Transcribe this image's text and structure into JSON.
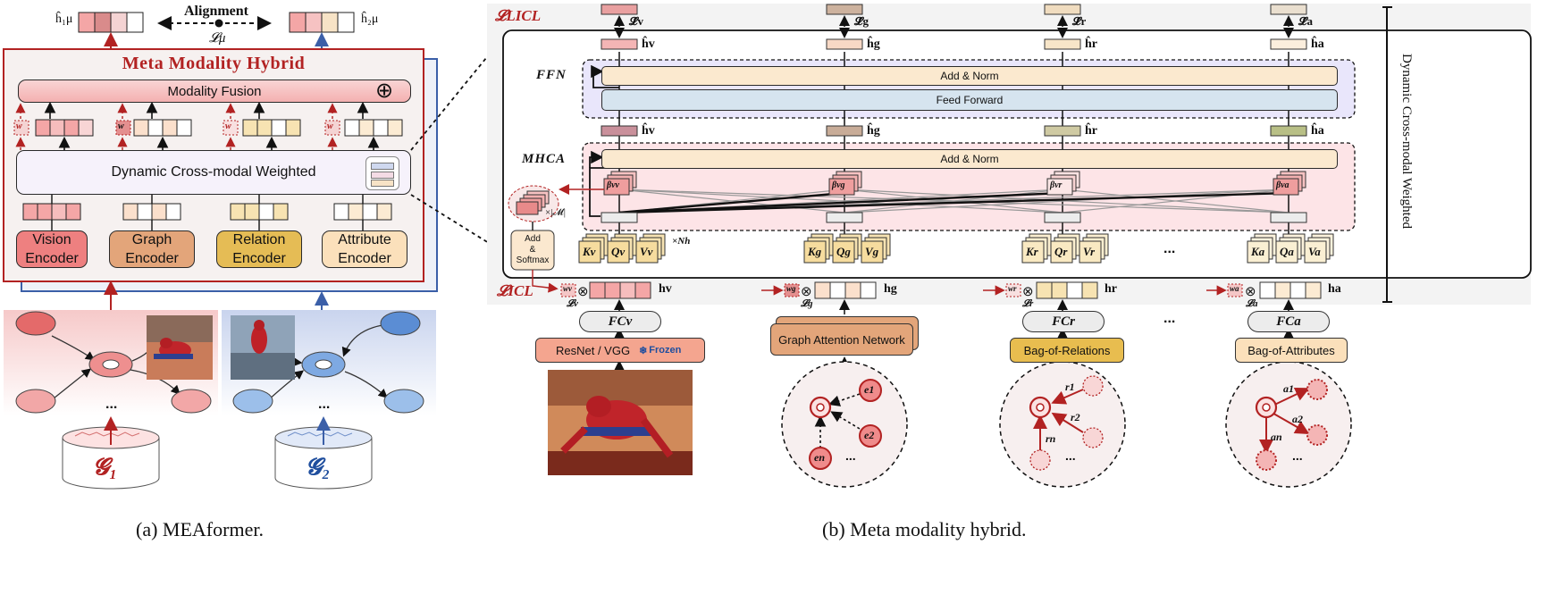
{
  "panel_a": {
    "alignment_label": "Alignment",
    "alignment_loss": "𝓛μ",
    "h1_label": "ĥ₁μ",
    "h2_label": "ĥ₂μ",
    "title": "Meta Modality Hybrid",
    "modality_fusion": "Modality Fusion",
    "fusion_symbol": "⊕",
    "dynamic_weighted": "Dynamic Cross-modal Weighted",
    "weights": [
      "w",
      "w",
      "w",
      "w"
    ],
    "encoders": [
      {
        "line1": "Vision",
        "line2": "Encoder"
      },
      {
        "line1": "Graph",
        "line2": "Encoder"
      },
      {
        "line1": "Relation",
        "line2": "Encoder"
      },
      {
        "line1": "Attribute",
        "line2": "Encoder"
      }
    ],
    "ellipsis": "...",
    "kg1": "𝓖₁",
    "kg2": "𝓖₂",
    "caption": "(a) MEAformer."
  },
  "panel_b": {
    "licl_top": "𝓛LICL",
    "licl_bottom": "𝓛ICL",
    "vertical_label": "Dynamic Cross-modal Weighted",
    "ffn_label": "FFN",
    "mhca_label": "MHCA",
    "add_norm_ffn": "Add & Norm",
    "feed_forward": "Feed Forward",
    "add_norm_mhca": "Add & Norm",
    "add_softmax": [
      "Add",
      "&",
      "Softmax"
    ],
    "m_label": "×|𝓜|",
    "nh_label": "×Nh",
    "streams": [
      {
        "hhat_top": "ĥv",
        "loss_top": "𝓛̂v",
        "hhat_mid": "ĥv",
        "beta": "βvv",
        "K": "Kv",
        "Q": "Qv",
        "V": "Vv",
        "w": "wv",
        "h": "hv",
        "loss_bottom": "𝓛v",
        "fc": "FCv",
        "source": "ResNet / VGG",
        "frozen": "Frozen"
      },
      {
        "hhat_top": "ĥg",
        "loss_top": "𝓛̂g",
        "hhat_mid": "ĥg",
        "beta": "βvg",
        "K": "Kg",
        "Q": "Qg",
        "V": "Vg",
        "w": "wg",
        "h": "hg",
        "loss_bottom": "𝓛g",
        "fc": "",
        "source": "Graph Attention Network",
        "frozen": ""
      },
      {
        "hhat_top": "ĥr",
        "loss_top": "𝓛̂r",
        "hhat_mid": "ĥr",
        "beta": "βvr",
        "K": "Kr",
        "Q": "Qr",
        "V": "Vr",
        "w": "wr",
        "h": "hr",
        "loss_bottom": "𝓛r",
        "fc": "FCr",
        "source": "Bag-of-Relations",
        "frozen": ""
      },
      {
        "hhat_top": "ĥa",
        "loss_top": "𝓛̂a",
        "hhat_mid": "ĥa",
        "beta": "βva",
        "K": "Ka",
        "Q": "Qa",
        "V": "Va",
        "w": "wa",
        "h": "ha",
        "loss_bottom": "𝓛a",
        "fc": "FCa",
        "source": "Bag-of-Attributes",
        "frozen": ""
      }
    ],
    "ellipsis": "...",
    "graph_nodes": {
      "e1": "e1",
      "e2": "e2",
      "en": "en",
      "r1": "r1",
      "r2": "r2",
      "rn": "rn",
      "a1": "a1",
      "a2": "a2",
      "an": "an"
    },
    "caption": "(b) Meta modality hybrid."
  },
  "colors": {
    "vision": "#f4a6a6",
    "graph": "#e8b48a",
    "relation": "#efc65a",
    "attribute": "#fbe2bd",
    "mhca_bg": "#fde4e7",
    "ffn_bg": "#e9e6fb",
    "panel_bg": "#f3f3f3",
    "red": "#b22222",
    "blue": "#1f4e9e"
  }
}
